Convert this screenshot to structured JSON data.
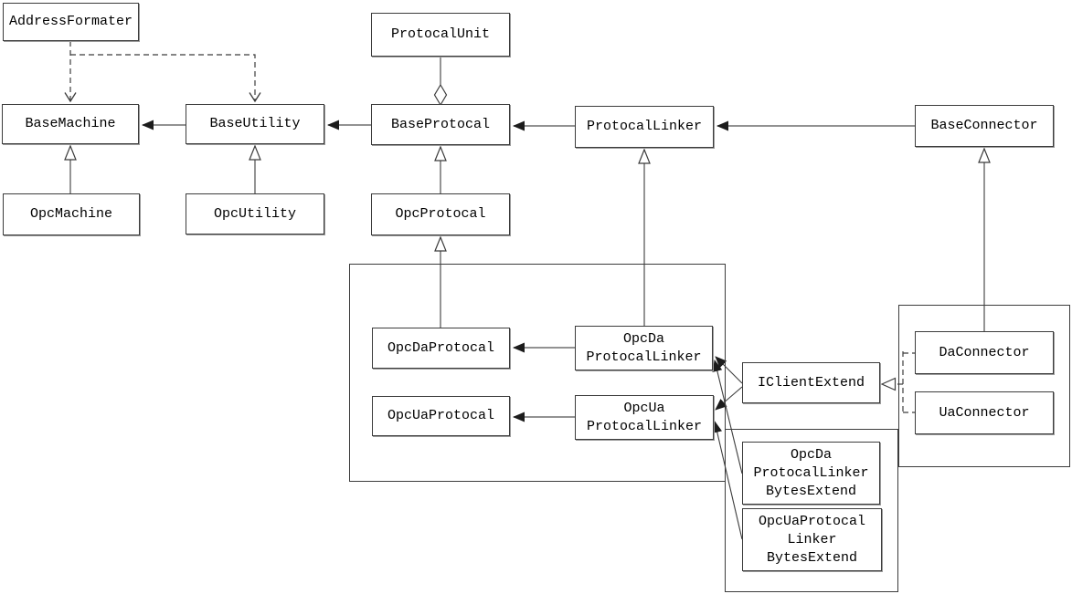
{
  "diagram": {
    "kind": "uml-class-diagram",
    "nodes": {
      "address_formater": "AddressFormater",
      "protocal_unit": "ProtocalUnit",
      "base_machine": "BaseMachine",
      "base_utility": "BaseUtility",
      "base_protocal": "BaseProtocal",
      "protocal_linker": "ProtocalLinker",
      "base_connector": "BaseConnector",
      "opc_machine": "OpcMachine",
      "opc_utility": "OpcUtility",
      "opc_protocal": "OpcProtocal",
      "opc_da_protocal": "OpcDaProtocal",
      "opc_da_protocal_linker": "OpcDa\nProtocalLinker",
      "opc_ua_protocal": "OpcUaProtocal",
      "opc_ua_protocal_linker": "OpcUa\nProtocalLinker",
      "iclient_extend": "IClientExtend",
      "da_connector": "DaConnector",
      "ua_connector": "UaConnector",
      "opc_da_protocal_linker_bytes_extend": "OpcDa\nProtocalLinker\nBytesExtend",
      "opc_ua_protocal_linker_bytes_extend": "OpcUaProtocal\nLinker\nBytesExtend"
    },
    "edges": [
      {
        "from": "AddressFormater",
        "to": "BaseMachine",
        "type": "dashed-dependency"
      },
      {
        "from": "AddressFormater",
        "to": "BaseUtility",
        "type": "dashed-dependency"
      },
      {
        "from": "BaseUtility",
        "to": "BaseMachine",
        "type": "directed-association"
      },
      {
        "from": "BaseProtocal",
        "to": "BaseUtility",
        "type": "directed-association"
      },
      {
        "from": "ProtocalLinker",
        "to": "BaseProtocal",
        "type": "directed-association"
      },
      {
        "from": "BaseConnector",
        "to": "ProtocalLinker",
        "type": "directed-association"
      },
      {
        "from": "ProtocalUnit",
        "to": "BaseProtocal",
        "type": "aggregation"
      },
      {
        "from": "OpcMachine",
        "to": "BaseMachine",
        "type": "inheritance"
      },
      {
        "from": "OpcUtility",
        "to": "BaseUtility",
        "type": "inheritance"
      },
      {
        "from": "OpcProtocal",
        "to": "BaseProtocal",
        "type": "inheritance"
      },
      {
        "from": "OpcDaProtocal",
        "to": "OpcProtocal",
        "type": "inheritance"
      },
      {
        "from": "OpcDaProtocalLinker",
        "to": "ProtocalLinker",
        "type": "inheritance"
      },
      {
        "from": "DaConnector",
        "to": "BaseConnector",
        "type": "inheritance"
      },
      {
        "from": "OpcDaProtocalLinker",
        "to": "OpcDaProtocal",
        "type": "directed-association"
      },
      {
        "from": "OpcUaProtocalLinker",
        "to": "OpcUaProtocal",
        "type": "directed-association"
      },
      {
        "from": "IClientExtend",
        "to": "OpcDaProtocalLinker",
        "type": "directed-association"
      },
      {
        "from": "IClientExtend",
        "to": "OpcUaProtocalLinker",
        "type": "directed-association"
      },
      {
        "from": "OpcDaProtocalLinkerBytesExtend",
        "to": "OpcDaProtocalLinker",
        "type": "directed-association"
      },
      {
        "from": "OpcUaProtocalLinkerBytesExtend",
        "to": "OpcUaProtocalLinker",
        "type": "directed-association"
      },
      {
        "from": "DaConnector",
        "to": "IClientExtend",
        "type": "dashed-realization"
      },
      {
        "from": "UaConnector",
        "to": "IClientExtend",
        "type": "dashed-realization"
      }
    ],
    "colors": {
      "background": "#ffffff",
      "box_fill": "#ffffff",
      "box_border": "#3c3c3c",
      "line": "#6f6f6f",
      "arrow_fill": "#1c1c1c"
    }
  }
}
